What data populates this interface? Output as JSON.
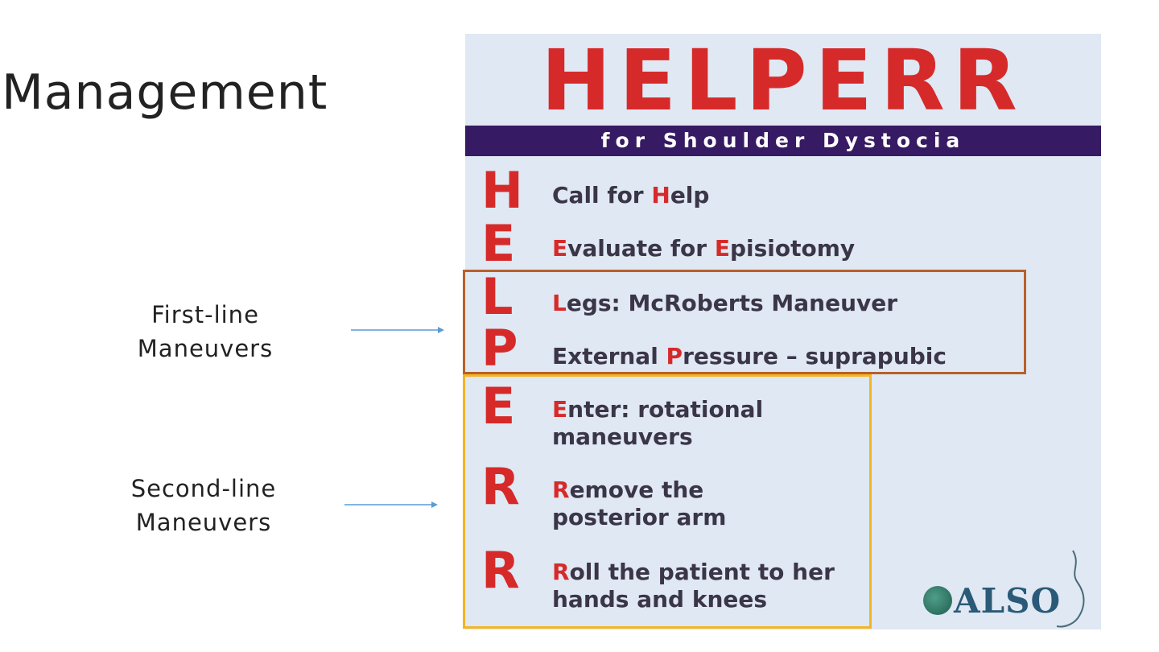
{
  "slide": {
    "title": "Management"
  },
  "labels": {
    "first_line": [
      "First-line",
      "Maneuvers"
    ],
    "second_line": [
      "Second-line",
      "Maneuvers"
    ]
  },
  "card": {
    "title": "HELPERR",
    "subtitle": "for Shoulder Dystocia",
    "steps": [
      {
        "letter": "H",
        "text_parts": [
          "Call for ",
          "H",
          "elp"
        ]
      },
      {
        "letter": "E",
        "text_parts": [
          "",
          "E",
          "valuate for "
        ],
        "text_parts_2": [
          "",
          "E",
          "pisiotomy"
        ]
      },
      {
        "letter": "L",
        "text_parts": [
          "",
          "L",
          "egs: McRoberts Maneuver"
        ]
      },
      {
        "letter": "P",
        "text_parts": [
          "External ",
          "P",
          "ressure – suprapubic"
        ]
      },
      {
        "letter": "E",
        "text_parts": [
          "",
          "E",
          "nter: rotational"
        ],
        "line2": "maneuvers"
      },
      {
        "letter": "R",
        "text_parts": [
          "",
          "R",
          "emove the"
        ],
        "line2": "posterior arm"
      },
      {
        "letter": "R",
        "text_parts": [
          "",
          "R",
          "oll the patient to her"
        ],
        "line2": "hands and knees"
      }
    ],
    "logo_text": "ALSO",
    "logo_url": "www.aafp.org/also.xml"
  },
  "colors": {
    "accent_red": "#d62a2a",
    "band_purple": "#371a64",
    "card_bg": "#dfe8f3",
    "first_line_box": "#b8602a",
    "second_line_box": "#f3b526",
    "arrow": "#5b9bd5"
  }
}
